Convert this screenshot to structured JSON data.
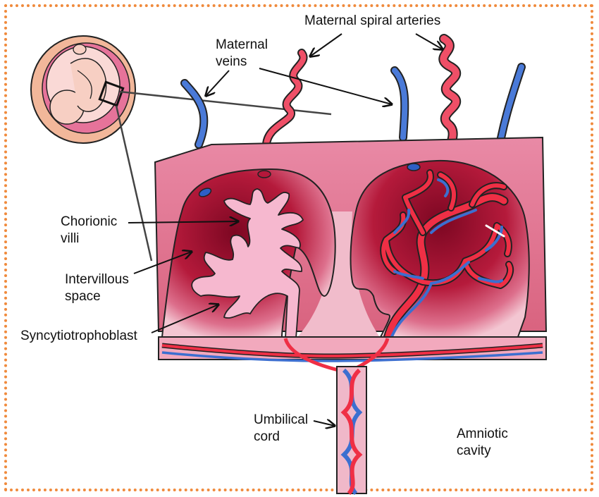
{
  "labels": {
    "maternal_spiral_arteries": "Maternal spiral arteries",
    "maternal_veins": "Maternal\nveins",
    "chorionic_villi": "Chorionic\nvilli",
    "intervillous_space": "Intervillous\nspace",
    "syncytiotrophoblast": "Syncytiotrophoblast",
    "umbilical_cord": "Umbilical\ncord",
    "amniotic_cavity": "Amniotic\ncavity"
  },
  "colors": {
    "border_dots": "#f08a3c",
    "tissue_pink": "#e793ad",
    "lobe_dark": "#a0102e",
    "artery_red": "#e8283a",
    "vein_blue": "#3c6fd0",
    "villi_pink": "#f4b4cc",
    "outline": "#1a1a1a"
  }
}
